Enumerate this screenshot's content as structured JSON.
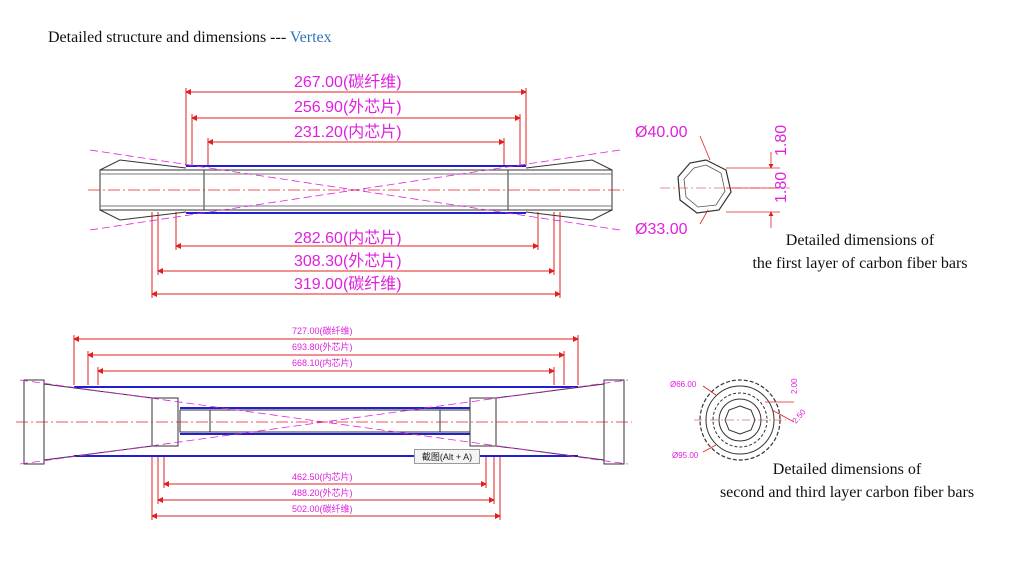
{
  "header": {
    "title_prefix": "Detailed structure and dimensions --- ",
    "title_accent": "Vertex"
  },
  "layer1": {
    "top_dims": [
      "267.00(碳纤维)",
      "256.90(外芯片)",
      "231.20(内芯片)"
    ],
    "bottom_dims": [
      "282.60(内芯片)",
      "308.30(外芯片)",
      "319.00(碳纤维)"
    ],
    "section_dims": {
      "outer_dia": "Ø40.00",
      "inner_dia": "Ø33.00",
      "thick_top": "1.80",
      "thick_bottom": "1.80"
    },
    "caption_line1": "Detailed dimensions of",
    "caption_line2": "the first layer of carbon fiber bars"
  },
  "layer23": {
    "top_dims": [
      "727.00(碳纤维)",
      "693.80(外芯片)",
      "668.10(内芯片)"
    ],
    "bottom_dims": [
      "462.50(内芯片)",
      "488.20(外芯片)",
      "502.00(碳纤维)"
    ],
    "section_dims": {
      "outer_dia": "Ø66.00",
      "inner_dia": "Ø95.00",
      "thick_a": "2.00",
      "thick_b": "2.50"
    },
    "caption_line1": "Detailed dimensions of",
    "caption_line2": "second and third layer carbon fiber bars"
  },
  "tooltip": {
    "text": "截图(Alt + A)"
  },
  "colors": {
    "dimension": "#e020e0",
    "red_line": "#e02020",
    "blue_line": "#2020d0",
    "outline": "#333333",
    "accent": "#2e75b6"
  }
}
